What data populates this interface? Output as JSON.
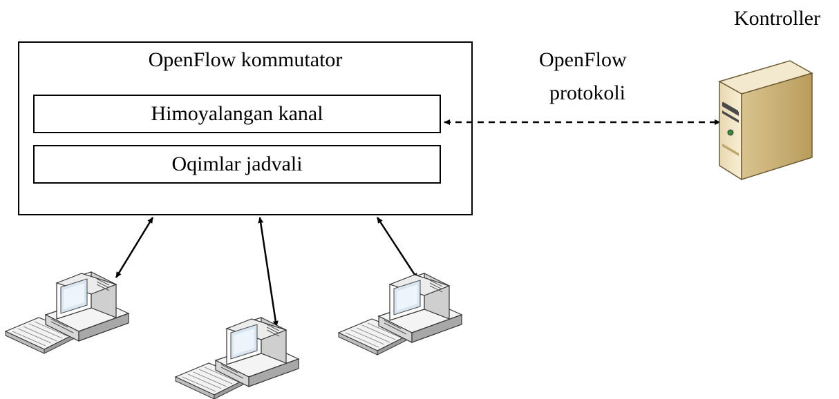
{
  "switch": {
    "title": "OpenFlow kommutator",
    "secure_channel": "Himoyalangan kanal",
    "flow_table": "Oqimlar jadvali"
  },
  "protocol": {
    "line1": "OpenFlow",
    "line2": "protokoli"
  },
  "controller": {
    "label": "Kontroller"
  },
  "icons": {
    "server": "server-icon",
    "workstation": "desktop-computer-icon"
  }
}
